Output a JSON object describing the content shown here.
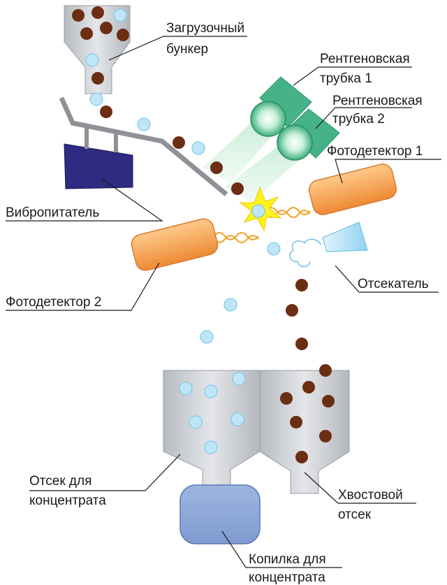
{
  "labels": {
    "hopper": [
      "Загрузочный",
      "бункер"
    ],
    "xray1": [
      "Рентгеновская",
      "трубка 1"
    ],
    "xray2": [
      "Рентгеновская",
      "трубка 2"
    ],
    "detector1": [
      "Фотодетектор 1"
    ],
    "feeder": [
      "Вибропитатель"
    ],
    "detector2": [
      "Фотодетектор 2"
    ],
    "ejector": [
      "Отсекатель"
    ],
    "concentrate_bin": [
      "Отсек для",
      "концентрата"
    ],
    "tailings_bin": [
      "Хвостовой",
      "отсек"
    ],
    "concentrate_collector": [
      "Копилка для",
      "концентрата"
    ]
  },
  "colors": {
    "bin_fill": "#c9ccd1",
    "bin_shadow": "#a9adb3",
    "ore_particle": "#6b2e12",
    "mineral_particle": "#bfe6f7",
    "mineral_stroke": "#7fc9e8",
    "xray_tube": "#48b38a",
    "xray_beam": "#bfe8cf",
    "detector": "#f39a44",
    "feeder_block": "#2e2a7d",
    "ejector": "#a8dcf3",
    "collector": "#8aa6d6",
    "spark": "#fff21a"
  }
}
